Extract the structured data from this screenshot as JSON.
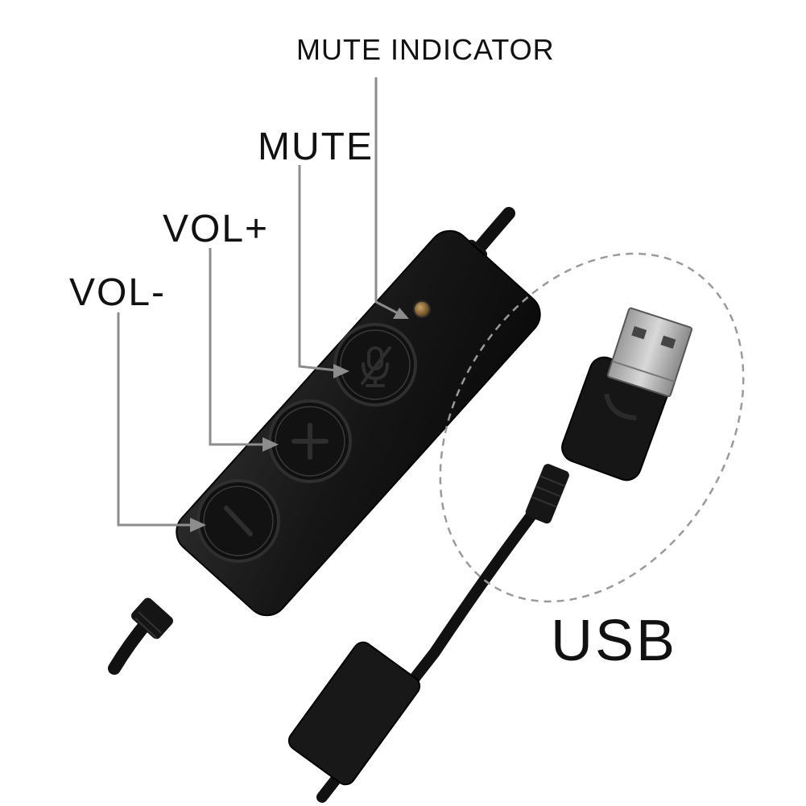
{
  "labels": {
    "mute_indicator": "MUTE INDICATOR",
    "mute": "MUTE",
    "vol_plus": "VOL+",
    "vol_minus": "VOL-",
    "usb": "USB"
  },
  "icons": {
    "mute_button": "microphone-slash-icon",
    "vol_plus_button": "plus-icon",
    "vol_minus_button": "minus-icon",
    "indicator": "led-icon"
  },
  "colors": {
    "background": "#ffffff",
    "device_body": "#141414",
    "leader_line": "#8c8c8c",
    "text": "#111111",
    "led": "#7a5a28"
  }
}
